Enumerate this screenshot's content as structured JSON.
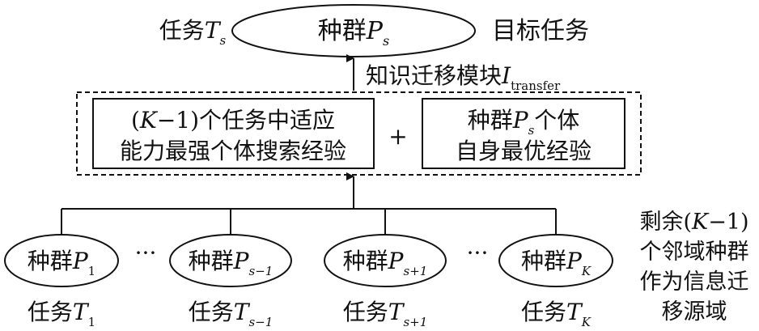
{
  "top": {
    "task_left": {
      "text": "任务",
      "var": "T",
      "sub": "s"
    },
    "ellipse": {
      "text": "种群",
      "var": "P",
      "sub": "s"
    },
    "task_right": "目标任务"
  },
  "module": {
    "text": "知识迁移模块",
    "var": "I",
    "sub": "transfer"
  },
  "left_box": {
    "line1_pre": "(",
    "line1_var": "K",
    "line1_post": "−1)个任务中适应",
    "line2": "能力最强个体搜索经验"
  },
  "plus": "+",
  "right_box": {
    "line1_pre": "种群",
    "line1_var": "P",
    "line1_sub": "s",
    "line1_post": "个体",
    "line2": "自身最优经验"
  },
  "populations": [
    {
      "label": "种群",
      "var": "P",
      "sub": "1",
      "task": "任务",
      "task_var": "T",
      "task_sub": "1"
    },
    {
      "label": "种群",
      "var": "P",
      "sub": "s−1",
      "task": "任务",
      "task_var": "T",
      "task_sub": "s−1"
    },
    {
      "label": "种群",
      "var": "P",
      "sub": "s+1",
      "task": "任务",
      "task_var": "T",
      "task_sub": "s+1"
    },
    {
      "label": "种群",
      "var": "P",
      "sub": "K",
      "task": "任务",
      "task_var": "T",
      "task_sub": "K"
    }
  ],
  "ellipsis": "···",
  "side_note": {
    "line1_pre": "剩余(",
    "line1_var": "K",
    "line1_post": "−1)",
    "line2": "个邻域种群",
    "line3": "作为信息迁",
    "line4": "移源域"
  }
}
